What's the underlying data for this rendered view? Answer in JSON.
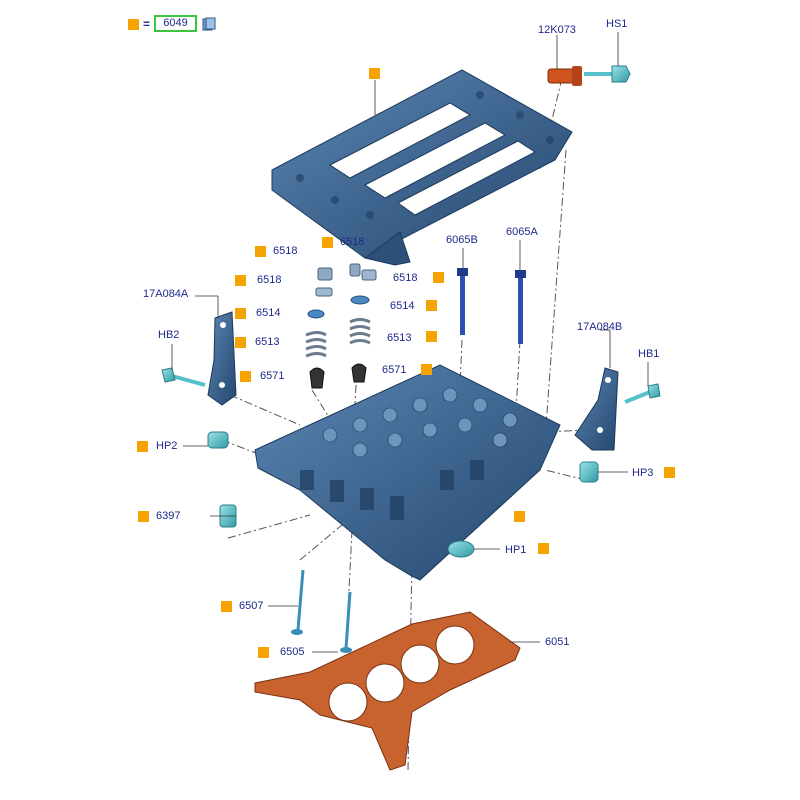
{
  "legend": {
    "equals": "=",
    "part_ref": "6049",
    "book_icon": "book-icon"
  },
  "labels": {
    "p12K073": "12K073",
    "HS1": "HS1",
    "p6518a": "6518",
    "p6518b": "6518",
    "p6518c": "6518",
    "p6518d": "6518",
    "p6514a": "6514",
    "p6514b": "6514",
    "p6513a": "6513",
    "p6513b": "6513",
    "p6571a": "6571",
    "p6571b": "6571",
    "p6065B": "6065B",
    "p6065A": "6065A",
    "p17A084A": "17A084A",
    "p17A084B": "17A084B",
    "HB2": "HB2",
    "HB1": "HB1",
    "HP2": "HP2",
    "HP3": "HP3",
    "HP1": "HP1",
    "p6397": "6397",
    "p6507": "6507",
    "p6505": "6505",
    "p6051": "6051"
  },
  "colors": {
    "marker": "#f5a300",
    "label": "#1f2a8c",
    "casting": "#3f6d99",
    "bracket": "#2f5f93",
    "fastener": "#56c0c8",
    "gasket": "#c8622e",
    "sensor": "#d0541e"
  }
}
